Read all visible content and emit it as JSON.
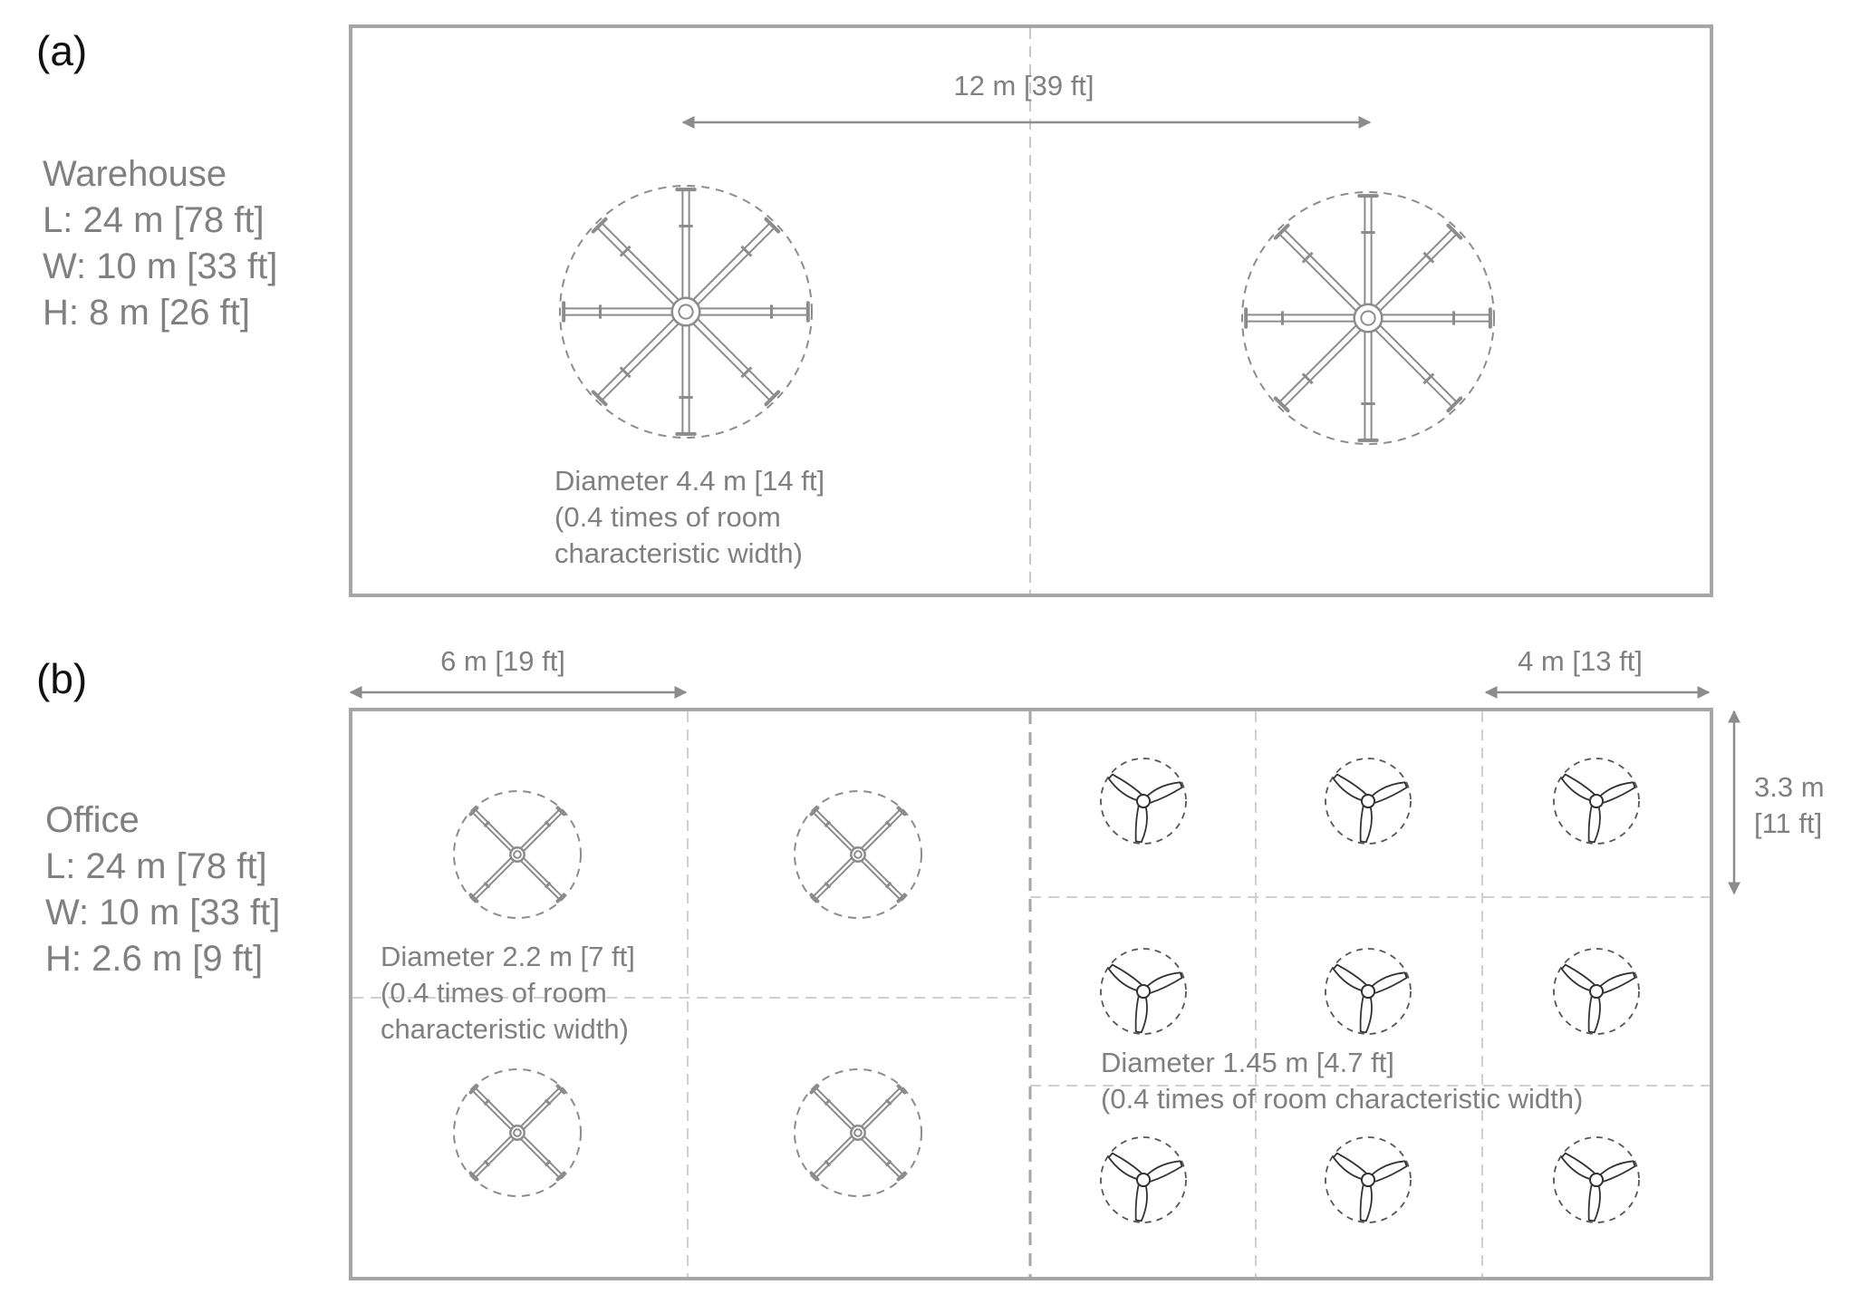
{
  "colors": {
    "line": "#a6a6a6",
    "text": "#808080",
    "fan": "#8c8c8c",
    "fan_dark": "#333333"
  },
  "panel_a": {
    "label": "(a)",
    "room_name": "Warehouse",
    "length": "L:  24 m [78 ft]",
    "width": "W: 10 m [33 ft]",
    "height": "H:  8 m [26 ft]",
    "spacing": "12 m [39 ft]",
    "fan_diameter": "Diameter 4.4 m [14 ft]",
    "fan_note_line1": "(0.4 times of room",
    "fan_note_line2": "characteristic width)",
    "fans": {
      "count": 2,
      "blades": 8,
      "icon": "eight-blade-fan-icon"
    }
  },
  "panel_b": {
    "label": "(b)",
    "room_name": "Office",
    "length": "L:  24 m [78 ft]",
    "width": "W: 10 m [33 ft]",
    "height": "H:  2.6 m [9 ft]",
    "left_spacing": "6 m [19 ft]",
    "right_spacing": "4 m [13 ft]",
    "vertical_spacing_line1": "3.3 m",
    "vertical_spacing_line2": "[11 ft]",
    "fan_4blade_diameter": "Diameter 2.2 m [7 ft]",
    "fan_4blade_note_line1": "(0.4 times of room",
    "fan_4blade_note_line2": "characteristic width)",
    "fan_3blade_diameter": "Diameter 1.45 m [4.7 ft]",
    "fan_3blade_note": "(0.4 times of room characteristic width)",
    "fans_4blade": {
      "count": 4,
      "blades": 4,
      "icon": "four-blade-fan-icon"
    },
    "fans_3blade": {
      "count": 9,
      "blades": 3,
      "icon": "three-blade-fan-icon"
    }
  }
}
